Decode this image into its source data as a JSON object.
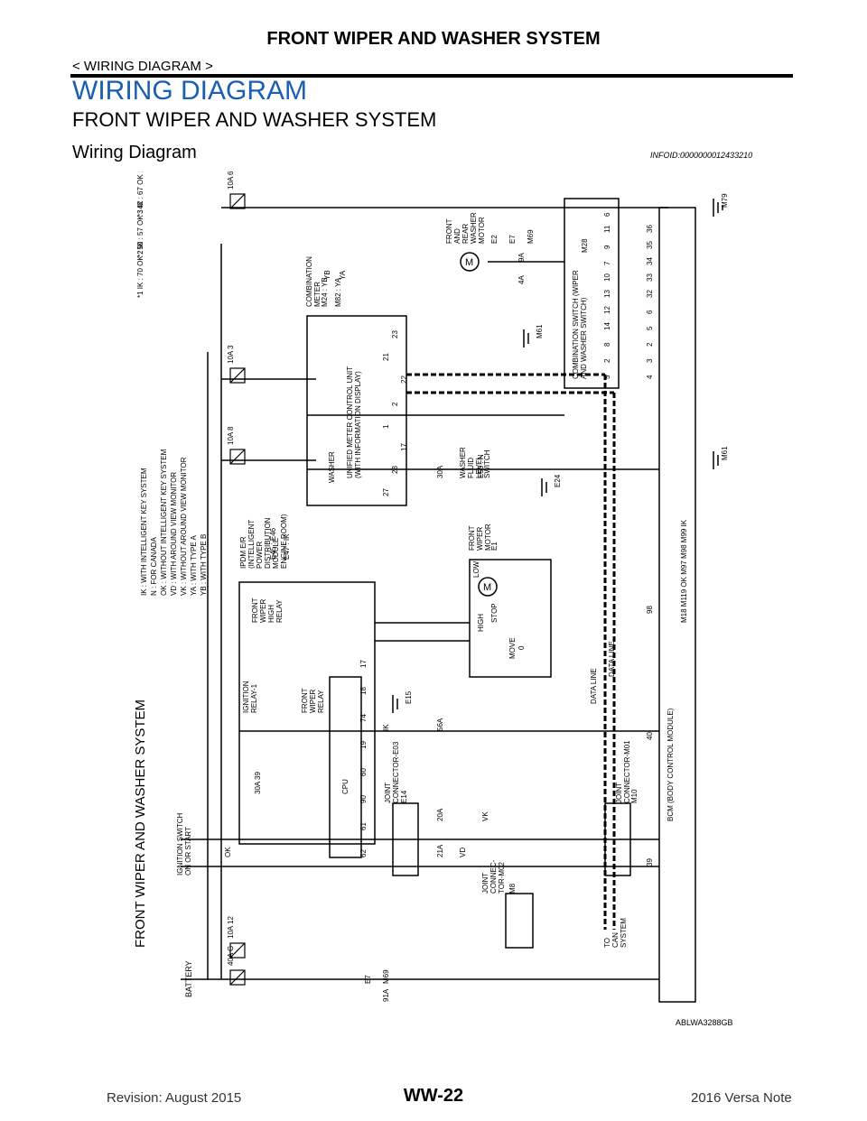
{
  "header": {
    "title": "FRONT WIPER AND WASHER SYSTEM",
    "section": "< WIRING DIAGRAM >"
  },
  "headings": {
    "h1": "WIRING DIAGRAM",
    "h2": "FRONT WIPER AND WASHER SYSTEM",
    "h3": "Wiring Diagram",
    "infoid": "INFOID:0000000012433210"
  },
  "diagram": {
    "side_title": "FRONT WIPER AND WASHER SYSTEM",
    "figure_id": "ABLWA3288GB",
    "legend": [
      {
        "code": "IK",
        "text": ": WITH INTELLIGENT KEY SYSTEM"
      },
      {
        "code": "N",
        "text": ": FOR CANADA"
      },
      {
        "code": "OK",
        "text": ": WITHOUT INTELLIGENT KEY SYSTEM"
      },
      {
        "code": "VD",
        "text": ": WITH AROUND VIEW MONITOR"
      },
      {
        "code": "VK",
        "text": ": WITHOUT AROUND VIEW MONITOR"
      },
      {
        "code": "YA",
        "text": ": WITH TYPE A"
      },
      {
        "code": "YB",
        "text": ": WITH TYPE B"
      }
    ],
    "star_table": [
      {
        "star": "*1",
        "ik": ": 70",
        "ok": ": 50"
      },
      {
        "star": "*2",
        "ik": ": 57",
        "ok": ": 42"
      },
      {
        "star": "*3",
        "ik": ": 67",
        "ok": ": 55"
      }
    ],
    "fuses": [
      {
        "amp": "10A",
        "no": "6"
      },
      {
        "amp": "10A",
        "no": "3"
      },
      {
        "amp": "10A",
        "no": "8"
      },
      {
        "amp": "10A",
        "no": "12"
      },
      {
        "amp": "40A",
        "no": "G"
      },
      {
        "amp": "30A",
        "no": "39"
      }
    ],
    "labels": {
      "battery": "BATTERY",
      "ignition_switch": [
        "IGNITION SWITCH",
        "ON OR START"
      ],
      "ipdm": [
        "IPDM E/R",
        "(INTELLIGENT",
        "POWER",
        "DISTRIBUTION",
        "MODULE",
        "ENGINE ROOM)"
      ],
      "ignition_relay": [
        "IGNITION",
        "RELAY-1"
      ],
      "front_wiper_relay": [
        "FRONT",
        "WIPER",
        "RELAY"
      ],
      "front_wiper_high_relay": [
        "FRONT",
        "WIPER",
        "HIGH",
        "RELAY"
      ],
      "cpu": "CPU",
      "front_wiper_motor": [
        "FRONT",
        "WIPER",
        "MOTOR"
      ],
      "high": "HIGH",
      "low": "LOW",
      "stop": "STOP",
      "move": "MOVE",
      "zero": "0",
      "washer_fluid_switch": [
        "WASHER",
        "FLUID",
        "LEVEL",
        "SWITCH"
      ],
      "combination_meter": [
        "COMBINATION",
        "METER"
      ],
      "unified_meter": [
        "UNIFIED METER CONTROL UNIT",
        "(WITH INFORMATION DISPLAY)"
      ],
      "washer": "WASHER",
      "washer_motor": [
        "FRONT",
        "AND",
        "REAR",
        "WASHER",
        "MOTOR"
      ],
      "combination_switch": [
        "COMBINATION SWITCH (WIPER",
        "AND WASHER SWITCH)"
      ],
      "bcm": "BCM (BODY CONTROL MODULE)",
      "data_line": "DATA LINE",
      "to_can": [
        "TO",
        "CAN",
        "SYSTEM"
      ],
      "joint_e03": [
        "JOINT",
        "CONNECTOR-E03"
      ],
      "joint_m01": [
        "JOINT",
        "CONNECTOR-M01"
      ],
      "joint_m02": [
        "JOINT",
        "CONNEC-",
        "TOR-M02"
      ]
    },
    "connectors": {
      "ipdm": "E45 : E46",
      "ipdm2": "E47 : IK",
      "meter": "M24 : YB",
      "meter2": "M82 : YA",
      "washer_motor": "E2",
      "washer_motor_in": "E7",
      "washer_motor_in2": "M69",
      "comb_sw": "M28",
      "wiper_motor": "E1",
      "fluid_sw": "E50 : N",
      "bcm": [
        "M18",
        "M119",
        "OK",
        "M97",
        "M98",
        "M99",
        "IK"
      ],
      "e03": "E14",
      "m01": "M10",
      "m02": "M8"
    },
    "grounds": [
      "M79",
      "M61",
      "M61",
      "E24",
      "E15"
    ],
    "pin_numbers": {
      "bcm": [
        "39",
        "40",
        "98"
      ],
      "comb_sw_bottom": [
        "4",
        "3",
        "2",
        "5",
        "6",
        "32",
        "33",
        "34",
        "35",
        "36"
      ],
      "comb_sw_top": [
        "5",
        "2",
        "8",
        "14",
        "12",
        "13",
        "10",
        "7",
        "9",
        "11",
        "6"
      ],
      "meter": [
        "27",
        "28",
        "17",
        "1",
        "2",
        "22",
        "21",
        "23"
      ],
      "ipdm": [
        "62",
        "61",
        "90",
        "60",
        "19",
        "74",
        "18",
        "17"
      ]
    },
    "wire_tags": {
      "ok": "OK",
      "ik": "IK",
      "vd": "VD",
      "vk": "VK",
      "yb": "YB",
      "ya": "YA",
      "e7": "E7",
      "m69": "M69",
      "c30a": "30A",
      "c9a": "9A",
      "c4a": "4A",
      "c91a": "91A",
      "c20a": "20A",
      "c21a": "21A",
      "c56a": "56A"
    }
  },
  "footer": {
    "revision": "Revision: August 2015",
    "page": "WW-22",
    "model": "2016 Versa Note"
  }
}
